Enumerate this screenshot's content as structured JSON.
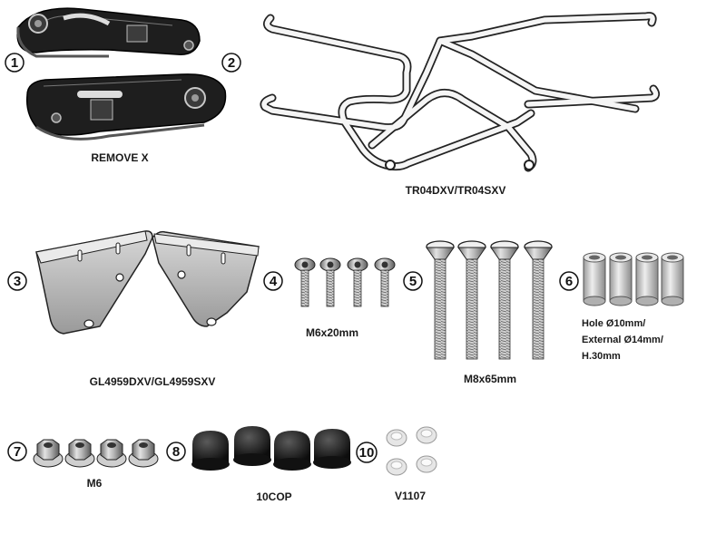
{
  "parts": [
    {
      "number": "1"
    },
    {
      "number": "2",
      "caption": "REMOVE X"
    },
    {
      "number": "",
      "caption": "TR04DXV/TR04SXV"
    },
    {
      "number": "3",
      "caption": "GL4959DXV/GL4959SXV"
    },
    {
      "number": "4",
      "caption": "M6x20mm"
    },
    {
      "number": "5",
      "caption": "M8x65mm"
    },
    {
      "number": "6",
      "caption_lines": [
        "Hole Ø10mm/",
        "External Ø14mm/",
        "H.30mm"
      ]
    },
    {
      "number": "7",
      "caption": "M6"
    },
    {
      "number": "8",
      "caption": "10COP"
    },
    {
      "number": "10",
      "caption": "V1107"
    }
  ]
}
